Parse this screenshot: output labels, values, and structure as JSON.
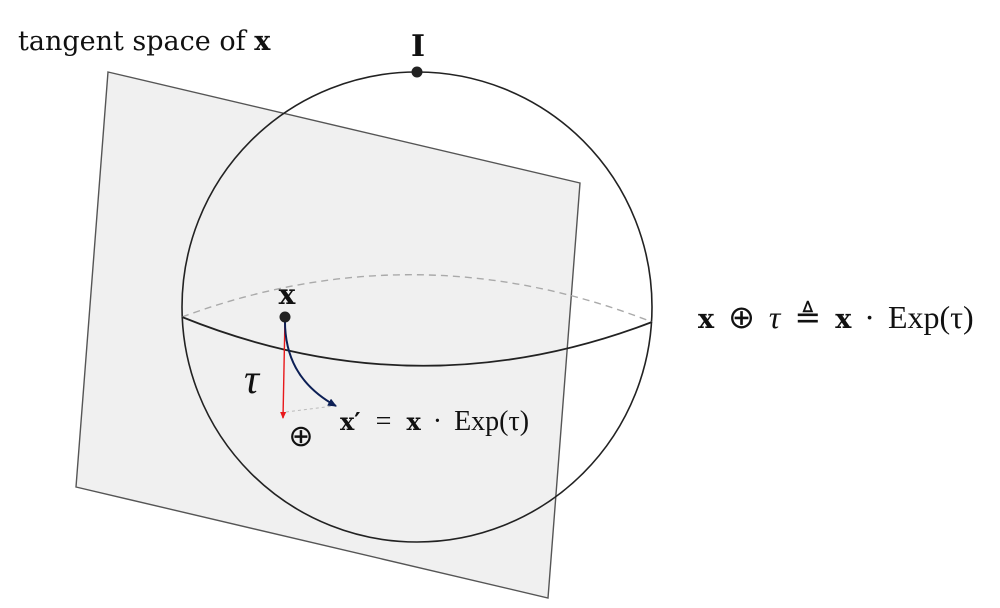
{
  "tangent_plane": {
    "label_prefix": "tangent space of",
    "label_var": "x"
  },
  "manifold": {
    "identity_label": "I",
    "point_label": "x",
    "tangent_vector_label": "τ",
    "oplus_symbol": "⊕",
    "retraction_eq": {
      "lhs": "x′",
      "eq": "=",
      "x": "x",
      "dot": "·",
      "exp": "Exp(τ)"
    },
    "definition_eq": {
      "x": "x",
      "oplus": "⊕",
      "tau": "τ",
      "defeq": "≜",
      "x2": "x",
      "dot": "·",
      "exp": "Exp(τ)"
    }
  },
  "colors": {
    "plane_fill": "#f0f0f0",
    "plane_stroke": "#555555",
    "sphere_stroke": "#222222",
    "hidden_equator": "#aaaaaa",
    "tangent_vector": "#e8181b",
    "geodesic": "#0c1f55",
    "point": "#222222"
  }
}
